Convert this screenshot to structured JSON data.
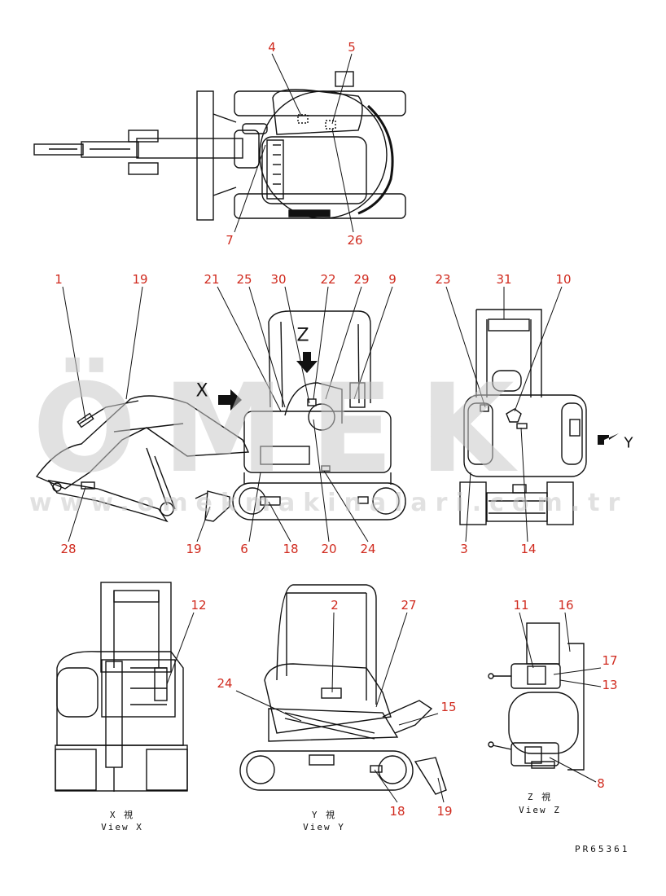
{
  "watermark": {
    "brand": "ÖMEK",
    "url": "www.omekmakinalari.com.tr"
  },
  "direction_letters": {
    "x": "X",
    "z": "Z",
    "y": "Y"
  },
  "callouts": {
    "top": [
      "4",
      "5",
      "7",
      "26"
    ],
    "side": [
      "1",
      "19",
      "21",
      "25",
      "30",
      "22",
      "29",
      "9",
      "28",
      "19",
      "6",
      "18",
      "20",
      "24"
    ],
    "rear": [
      "23",
      "31",
      "10",
      "3",
      "14"
    ],
    "view_y": [
      "2",
      "27",
      "24",
      "15",
      "18",
      "19"
    ],
    "view_x": [
      "12"
    ],
    "view_z": [
      "11",
      "16",
      "17",
      "13",
      "8"
    ]
  },
  "captions": {
    "view_x_jp": "X 視",
    "view_x_en": "View X",
    "view_y_jp": "Y 視",
    "view_y_en": "View Y",
    "view_z_jp": "Z 視",
    "view_z_en": "View Z"
  },
  "drawing_number": "PR65361",
  "colors": {
    "callout": "#d02a1e",
    "line": "#111111",
    "watermark": "#c9c9c9"
  }
}
